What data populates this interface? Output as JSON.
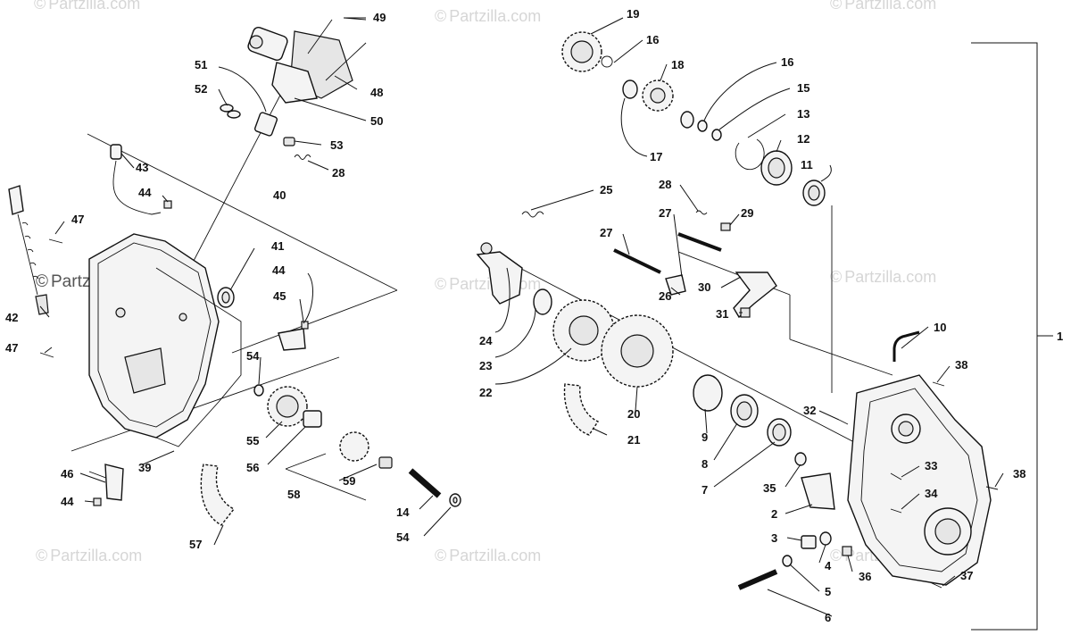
{
  "watermark": {
    "text": "Partzilla.com",
    "symbol": "©"
  },
  "labels": [
    {
      "id": "49",
      "text": "49"
    },
    {
      "id": "51",
      "text": "51"
    },
    {
      "id": "52",
      "text": "52"
    },
    {
      "id": "48",
      "text": "48"
    },
    {
      "id": "50",
      "text": "50"
    },
    {
      "id": "53",
      "text": "53"
    },
    {
      "id": "28a",
      "text": "28"
    },
    {
      "id": "43",
      "text": "43"
    },
    {
      "id": "44a",
      "text": "44"
    },
    {
      "id": "40",
      "text": "40"
    },
    {
      "id": "47a",
      "text": "47"
    },
    {
      "id": "41",
      "text": "41"
    },
    {
      "id": "44b",
      "text": "44"
    },
    {
      "id": "45",
      "text": "45"
    },
    {
      "id": "42",
      "text": "42"
    },
    {
      "id": "47b",
      "text": "47"
    },
    {
      "id": "54a",
      "text": "54"
    },
    {
      "id": "55",
      "text": "55"
    },
    {
      "id": "56",
      "text": "56"
    },
    {
      "id": "39",
      "text": "39"
    },
    {
      "id": "46",
      "text": "46"
    },
    {
      "id": "44c",
      "text": "44"
    },
    {
      "id": "58",
      "text": "58"
    },
    {
      "id": "59",
      "text": "59"
    },
    {
      "id": "14",
      "text": "14"
    },
    {
      "id": "54b",
      "text": "54"
    },
    {
      "id": "57",
      "text": "57"
    },
    {
      "id": "19",
      "text": "19"
    },
    {
      "id": "16a",
      "text": "16"
    },
    {
      "id": "18",
      "text": "18"
    },
    {
      "id": "16b",
      "text": "16"
    },
    {
      "id": "15",
      "text": "15"
    },
    {
      "id": "13",
      "text": "13"
    },
    {
      "id": "12",
      "text": "12"
    },
    {
      "id": "17",
      "text": "17"
    },
    {
      "id": "11",
      "text": "11"
    },
    {
      "id": "25",
      "text": "25"
    },
    {
      "id": "28b",
      "text": "28"
    },
    {
      "id": "27a",
      "text": "27"
    },
    {
      "id": "29",
      "text": "29"
    },
    {
      "id": "27b",
      "text": "27"
    },
    {
      "id": "26",
      "text": "26"
    },
    {
      "id": "30",
      "text": "30"
    },
    {
      "id": "31",
      "text": "31"
    },
    {
      "id": "24",
      "text": "24"
    },
    {
      "id": "23",
      "text": "23"
    },
    {
      "id": "22",
      "text": "22"
    },
    {
      "id": "20",
      "text": "20"
    },
    {
      "id": "21",
      "text": "21"
    },
    {
      "id": "9",
      "text": "9"
    },
    {
      "id": "8",
      "text": "8"
    },
    {
      "id": "7",
      "text": "7"
    },
    {
      "id": "10",
      "text": "10"
    },
    {
      "id": "32",
      "text": "32"
    },
    {
      "id": "38a",
      "text": "38"
    },
    {
      "id": "33",
      "text": "33"
    },
    {
      "id": "35",
      "text": "35"
    },
    {
      "id": "34",
      "text": "34"
    },
    {
      "id": "38b",
      "text": "38"
    },
    {
      "id": "2",
      "text": "2"
    },
    {
      "id": "3",
      "text": "3"
    },
    {
      "id": "4",
      "text": "4"
    },
    {
      "id": "36",
      "text": "36"
    },
    {
      "id": "5",
      "text": "5"
    },
    {
      "id": "37",
      "text": "37"
    },
    {
      "id": "6",
      "text": "6"
    },
    {
      "id": "1",
      "text": "1"
    }
  ]
}
